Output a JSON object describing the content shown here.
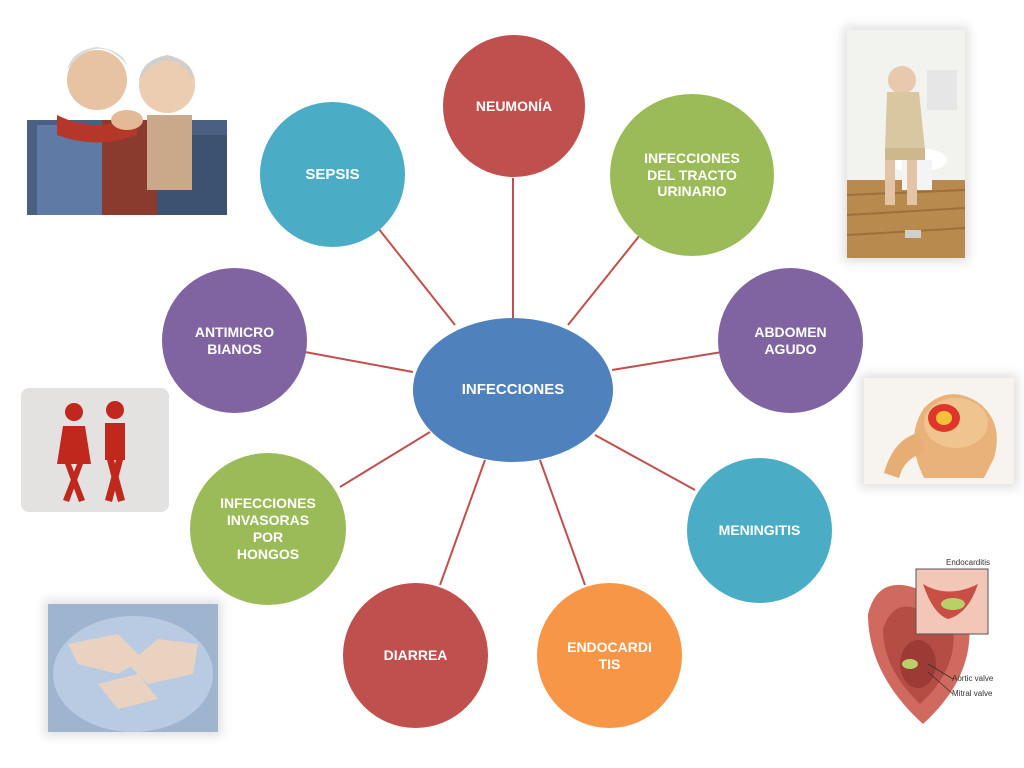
{
  "colors": {
    "red": "#c0504d",
    "teal": "#4bacc6",
    "green": "#9bbb59",
    "purple": "#8064a2",
    "blue": "#4f81bd",
    "orange": "#f79646",
    "connector": "#c0504d"
  },
  "center": {
    "label": "INFECCIONES"
  },
  "nodes": [
    {
      "id": "neumonia",
      "label": "NEUMONÍA"
    },
    {
      "id": "itu",
      "label": "INFECCIONES\nDEL TRACTO\nURINARIO"
    },
    {
      "id": "abdomen",
      "label": "ABDOMEN\nAGUDO"
    },
    {
      "id": "meningitis",
      "label": "MENINGITIS"
    },
    {
      "id": "endocarditis",
      "label": "ENDOCARDI\nTIS"
    },
    {
      "id": "diarrea",
      "label": "DIARREA"
    },
    {
      "id": "hongos",
      "label": "INFECCIONES\nINVASORAS\nPOR\nHONGOS"
    },
    {
      "id": "antimicro",
      "label": "ANTIMICRO\nBIANOS"
    },
    {
      "id": "sepsis",
      "label": "SEPSIS"
    }
  ],
  "photos": {
    "heart_labels": {
      "endocarditis": "Endocarditis",
      "aortic": "Aortic valve",
      "mitral": "Mitral valve"
    }
  }
}
